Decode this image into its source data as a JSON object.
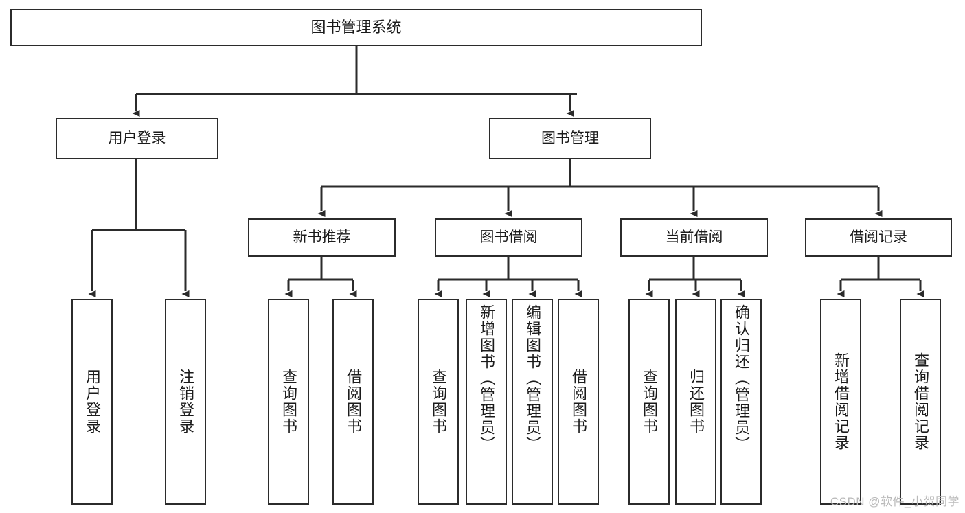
{
  "diagram": {
    "title": "图书管理系统",
    "type": "hierarchy-tree",
    "root": {
      "label": "图书管理系统"
    },
    "level2": [
      {
        "label": "用户登录"
      },
      {
        "label": "图书管理"
      }
    ],
    "level3": [
      {
        "label": "新书推荐"
      },
      {
        "label": "图书借阅"
      },
      {
        "label": "当前借阅"
      },
      {
        "label": "借阅记录"
      }
    ],
    "leaves": {
      "user_login": [
        {
          "label": "用户登录"
        },
        {
          "label": "注销登录"
        }
      ],
      "new_book_recommend": [
        {
          "label": "查询图书"
        },
        {
          "label": "借阅图书"
        }
      ],
      "book_borrow": [
        {
          "label": "查询图书"
        },
        {
          "label": "新增图书（管理员）"
        },
        {
          "label": "编辑图书（管理员）"
        },
        {
          "label": "借阅图书"
        }
      ],
      "current_borrow": [
        {
          "label": "查询图书"
        },
        {
          "label": "归还图书"
        },
        {
          "label": "确认归还（管理员）"
        }
      ],
      "borrow_records": [
        {
          "label": "新增借阅记录"
        },
        {
          "label": "查询借阅记录"
        }
      ]
    }
  },
  "watermark": {
    "text": "CSDN @软件_小贺同学"
  },
  "colors": {
    "border": "#2b2b2b",
    "background": "#ffffff",
    "text": "#1b1b1b",
    "watermark": "#b9b9b9"
  }
}
